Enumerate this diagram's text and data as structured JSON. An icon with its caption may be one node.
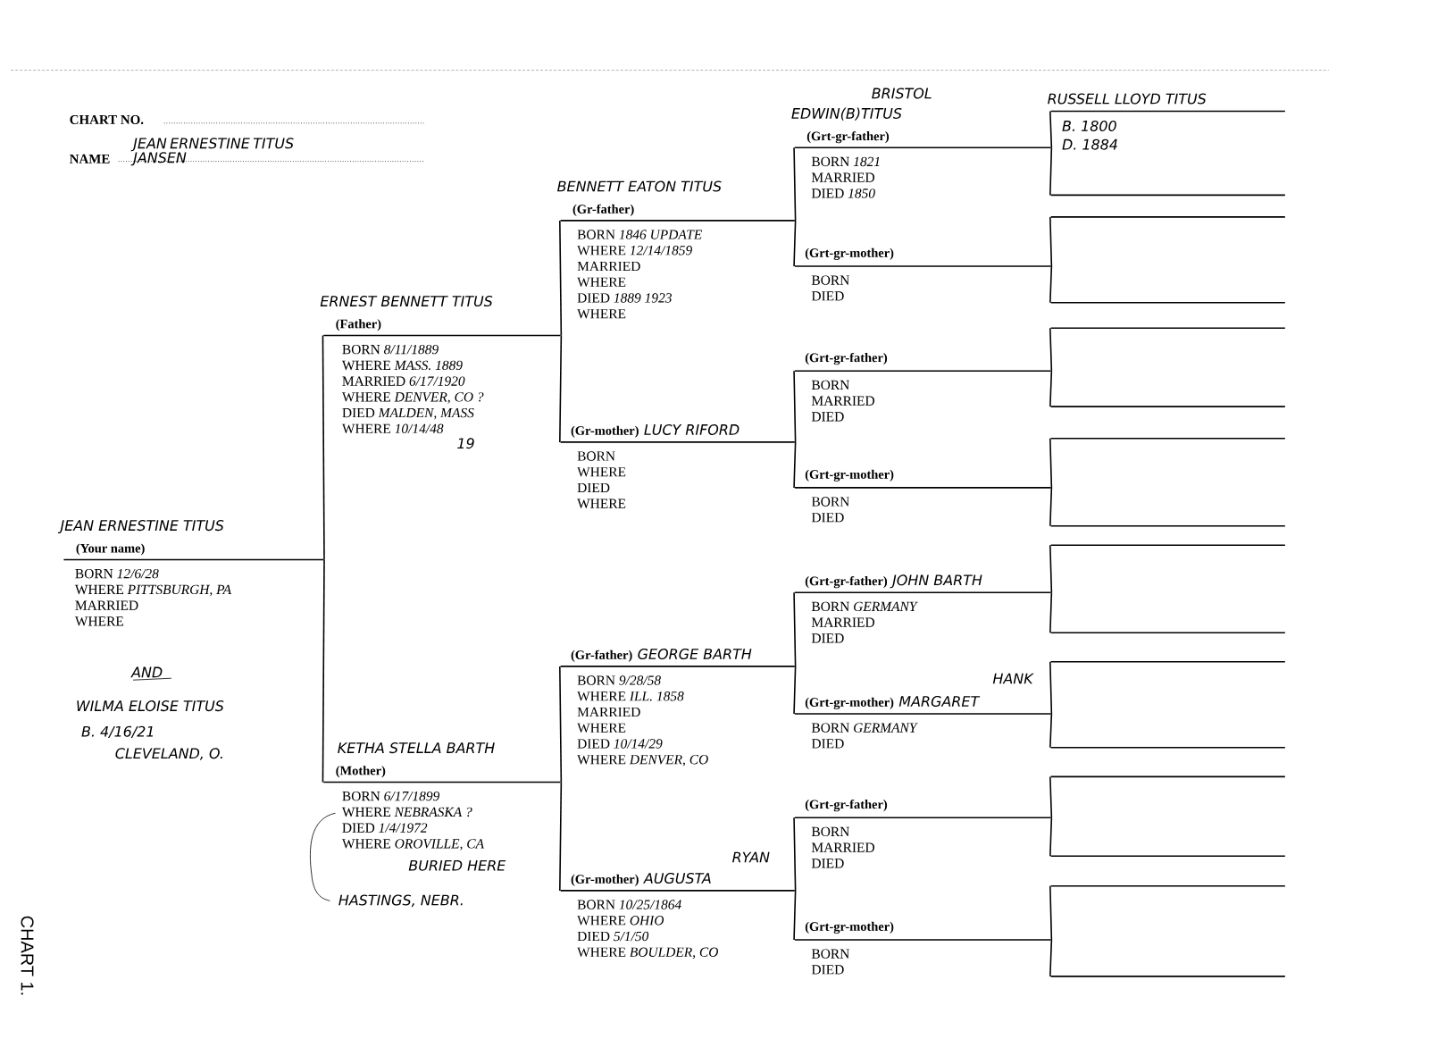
{
  "diagram": {
    "nodes": [
      {
        "text": [
          "JEAN ERNESTINE TITUS",
          "(Your name)",
          "BORN *12/6/28*",
          "WHERE *PITTSBURGH, PA*",
          "MARRIED",
          "WHERE"
        ]
      },
      {
        "text": [
          "ERNEST BENNETT TITUS",
          "(Father)",
          "BORN *8/11/1889*",
          "WHERE *MASS. 1889*",
          "MARRIED *6/17/1920*",
          "WHERE *DENVER, CO ?*",
          "DIED *MALDEN, MASS*",
          "WHERE *10/14/48*",
          "19"
        ]
      },
      {
        "text": [
          "KETHA STELLA BARTH",
          "(Mother)",
          "BORN *6/17/1899*",
          "WHERE *NEBRASKA ?*",
          "DIED *1/4/1972*",
          "WHERE *OROVILLE, CA*",
          "BURIED HERE",
          "HASTINGS, NEBR."
        ]
      },
      {
        "text": [
          "BENNETT EATON TITUS",
          "(Gr-father)",
          "BORN *1846 UPDATE*",
          "WHERE *12/14/1859*",
          "MARRIED",
          "WHERE",
          "DIED *1889 1923*",
          "WHERE"
        ]
      },
      {
        "text": [
          "(Gr-mother)",
          "LUCY RIFORD",
          "BORN",
          "WHERE",
          "DIED",
          "WHERE"
        ]
      },
      {
        "text": [
          "(Gr-father)",
          "GEORGE BARTH",
          "BORN *9/28/58*",
          "WHERE *ILL. 1858*",
          "MARRIED",
          "WHERE",
          "DIED *10/14/29*",
          "WHERE *DENVER, CO*"
        ]
      },
      {
        "text": [
          "(Gr-mother)",
          "AUGUSTA",
          "BORN *10/25/1864*",
          "WHERE *OHIO*",
          "DIED *5/1/50*",
          "WHERE *BOULDER, CO*",
          "RYAN"
        ]
      },
      {
        "text": [
          "EDWIN(B)TITUS",
          "(Grt-gr-father)",
          "BORN *1821*",
          "MARRIED",
          "DIED *1850*",
          "BRISTOL"
        ]
      },
      {
        "text": [
          "(Grt-gr-mother)",
          "BORN",
          "DIED"
        ]
      },
      {
        "text": [
          "(Grt-gr-father)",
          "BORN",
          "MARRIED",
          "DIED"
        ]
      },
      {
        "text": [
          "(Grt-gr-mother)",
          "BORN",
          "DIED"
        ]
      },
      {
        "text": [
          "(Grt-gr-father)",
          "JOHN BARTH",
          "BORN *GERMANY*",
          "MARRIED",
          "DIED"
        ]
      },
      {
        "text": [
          "(Grt-gr-mother)",
          "MARGARET",
          "BORN *GERMANY*",
          "DIED",
          "HANK"
        ]
      },
      {
        "text": [
          "(Grt-gr-father)",
          "BORN",
          "MARRIED",
          "DIED"
        ]
      },
      {
        "text": [
          "(Grt-gr-mother)",
          "BORN",
          "DIED"
        ]
      },
      {
        "text": [
          "RUSSELL LLOYD TITUS",
          "B. 1800",
          "D. 1884"
        ]
      },
      {
        "text": [],
        "shape": "line"
      },
      {
        "text": [],
        "shape": "line"
      },
      {
        "text": [],
        "shape": "line"
      },
      {
        "text": [],
        "shape": "line"
      },
      {
        "text": [],
        "shape": "line"
      },
      {
        "text": [],
        "shape": "line"
      },
      {
        "text": [],
        "shape": "line"
      },
      {
        "text": [],
        "shape": "line"
      },
      {
        "text": [],
        "shape": "line"
      },
      {
        "text": [],
        "shape": "line"
      },
      {
        "text": [],
        "shape": "line"
      },
      {
        "text": [],
        "shape": "line"
      },
      {
        "text": [],
        "shape": "line"
      },
      {
        "text": [],
        "shape": "line"
      },
      {
        "text": [],
        "shape": "line"
      }
    ],
    "edges": [
      {
        "from": 0,
        "to": 1,
        "arrow": "none"
      },
      {
        "from": 0,
        "to": 2,
        "arrow": "none"
      },
      {
        "from": 1,
        "to": 3,
        "arrow": "none"
      },
      {
        "from": 1,
        "to": 4,
        "arrow": "none"
      },
      {
        "from": 2,
        "to": 5,
        "arrow": "none"
      },
      {
        "from": 2,
        "to": 6,
        "arrow": "none"
      },
      {
        "from": 3,
        "to": 7,
        "arrow": "none"
      },
      {
        "from": 3,
        "to": 8,
        "arrow": "none"
      },
      {
        "from": 4,
        "to": 9,
        "arrow": "none"
      },
      {
        "from": 4,
        "to": 10,
        "arrow": "none"
      },
      {
        "from": 5,
        "to": 11,
        "arrow": "none"
      },
      {
        "from": 5,
        "to": 12,
        "arrow": "none"
      },
      {
        "from": 6,
        "to": 13,
        "arrow": "none"
      },
      {
        "from": 6,
        "to": 14,
        "arrow": "none"
      },
      {
        "from": 7,
        "to": 15,
        "arrow": "none"
      },
      {
        "from": 7,
        "to": 16,
        "arrow": "none"
      },
      {
        "from": 8,
        "to": 17,
        "arrow": "none"
      },
      {
        "from": 8,
        "to": 18,
        "arrow": "none"
      },
      {
        "from": 9,
        "to": 19,
        "arrow": "none"
      },
      {
        "from": 9,
        "to": 20,
        "arrow": "none"
      },
      {
        "from": 10,
        "to": 21,
        "arrow": "none"
      },
      {
        "from": 10,
        "to": 22,
        "arrow": "none"
      },
      {
        "from": 11,
        "to": 23,
        "arrow": "none"
      },
      {
        "from": 11,
        "to": 24,
        "arrow": "none"
      },
      {
        "from": 12,
        "to": 25,
        "arrow": "none"
      },
      {
        "from": 12,
        "to": 26,
        "arrow": "none"
      },
      {
        "from": 13,
        "to": 27,
        "arrow": "none"
      },
      {
        "from": 13,
        "to": 28,
        "arrow": "none"
      },
      {
        "from": 14,
        "to": 29,
        "arrow": "none"
      },
      {
        "from": 14,
        "to": 30,
        "arrow": "none"
      }
    ],
    "labels": [
      "CHART NO.",
      "NAME",
      "JEAN ERNESTINE TITUS JANSEN",
      "AND",
      "WILMA ELOISE TITUS",
      "B. 4/16/21",
      "CLEVELAND, O.",
      "CHART 1."
    ]
  }
}
